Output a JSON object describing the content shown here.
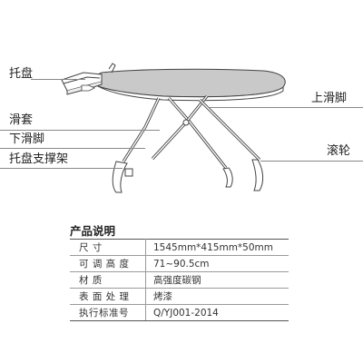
{
  "labels": {
    "tray": "托盘",
    "sleeve": "滑套",
    "lower_slider": "下滑脚",
    "tray_bracket": "托盘支撑架",
    "upper_slider": "上滑脚",
    "roller": "滚轮"
  },
  "spec": {
    "title": "产品说明",
    "rows": [
      {
        "key": "尺       寸",
        "value": "1545mm*415mm*50mm"
      },
      {
        "key": "可 调 高 度",
        "value": "71~90.5cm"
      },
      {
        "key": "材       质",
        "value": "高强度碳钢"
      },
      {
        "key": "表 面 处 理",
        "value": "烤漆"
      },
      {
        "key": "执行标准号",
        "value": "Q/YJ001-2014"
      }
    ]
  }
}
